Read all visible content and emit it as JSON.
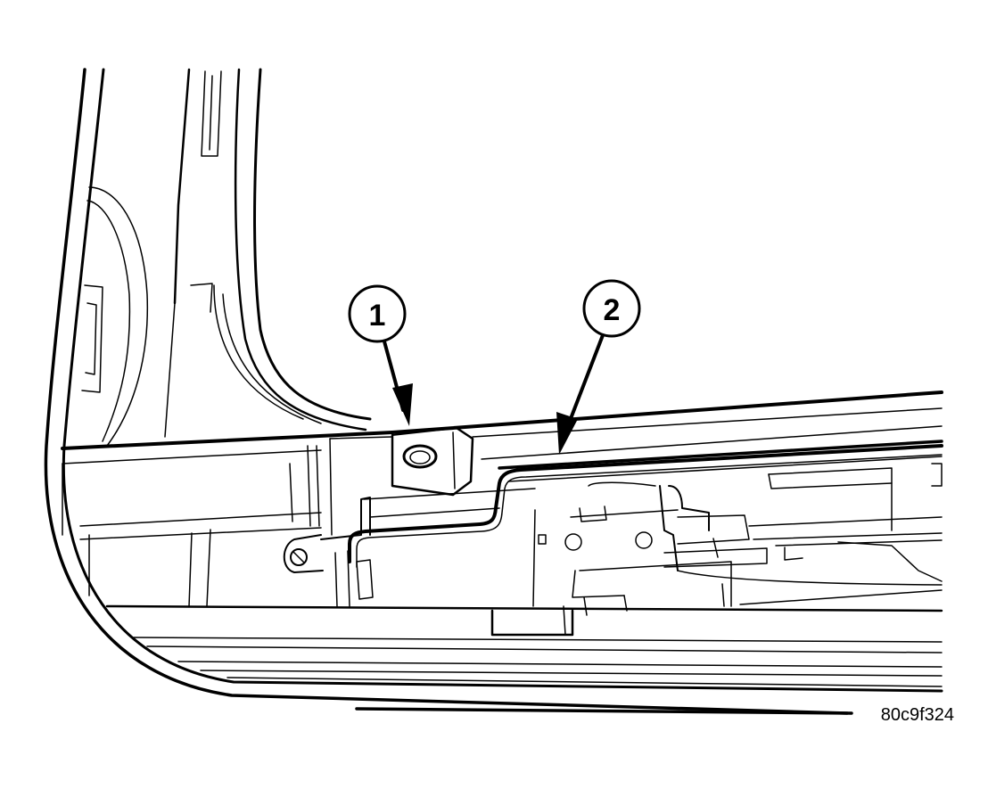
{
  "callouts": [
    {
      "number": "1"
    },
    {
      "number": "2"
    }
  ],
  "figure_code": "80c9f324",
  "colors": {
    "ink": "#000000",
    "paper": "#ffffff"
  }
}
